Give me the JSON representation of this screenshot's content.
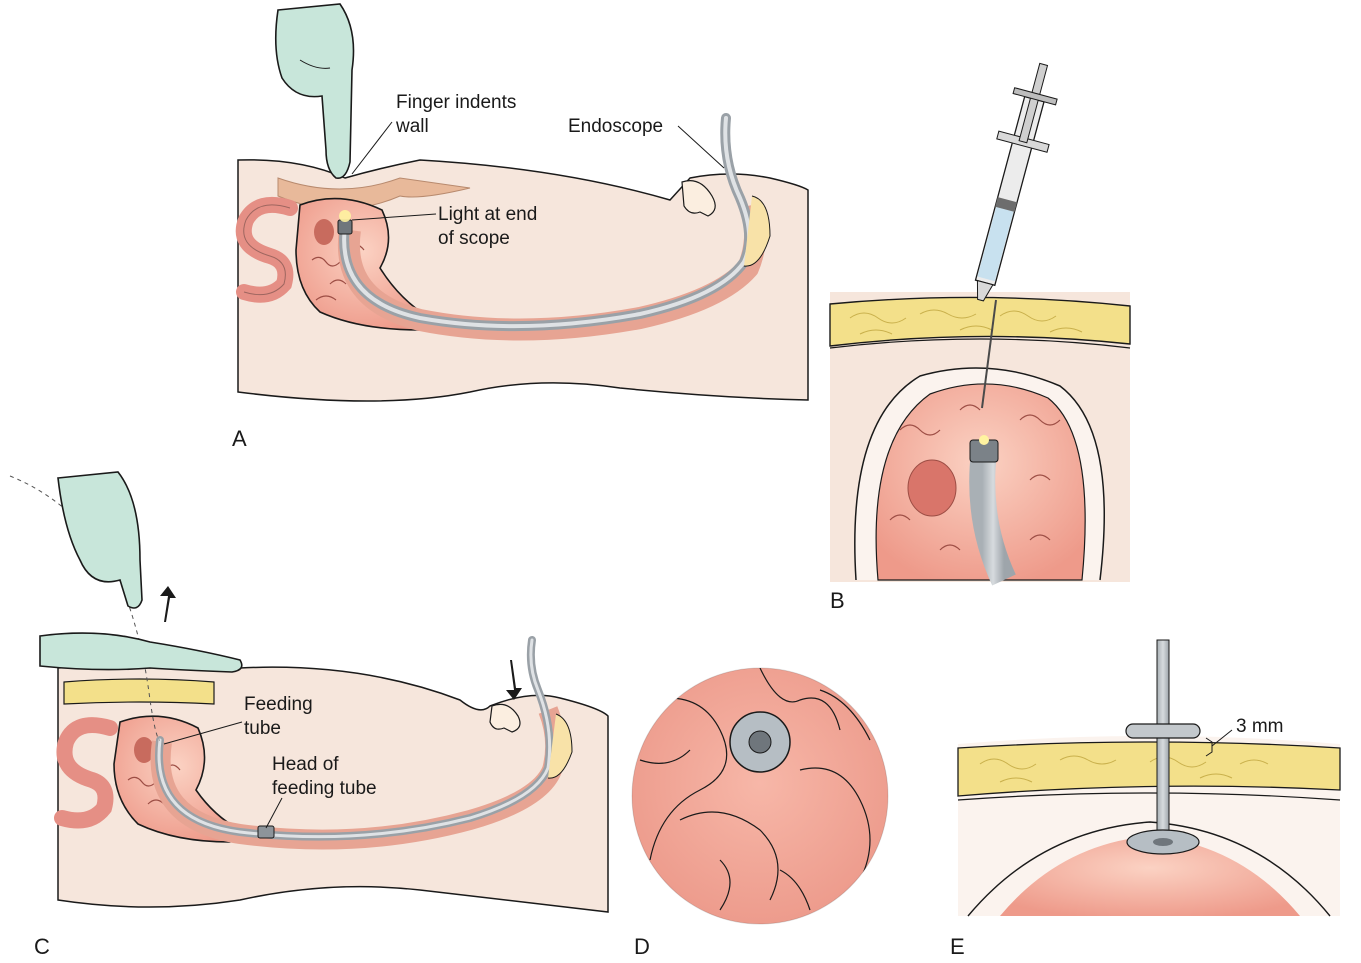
{
  "panels": {
    "a": {
      "letter": "A",
      "finger_line1": "Finger indents",
      "finger_line2": "wall",
      "endoscope": "Endoscope",
      "light_line1": "Light at end",
      "light_line2": "of scope"
    },
    "b": {
      "letter": "B"
    },
    "c": {
      "letter": "C",
      "feeding_line1": "Feeding",
      "feeding_line2": "tube",
      "head_line1": "Head of",
      "head_line2": "feeding tube"
    },
    "d": {
      "letter": "D"
    },
    "e": {
      "letter": "E",
      "measure": "3 mm"
    }
  },
  "colors": {
    "skin": "#f6e6dc",
    "glove": "#c8e6da",
    "stomach": "#f2a99b",
    "fat": "#f3e08a",
    "tube": "#c3c8cc",
    "outline": "#1a1a1a"
  }
}
